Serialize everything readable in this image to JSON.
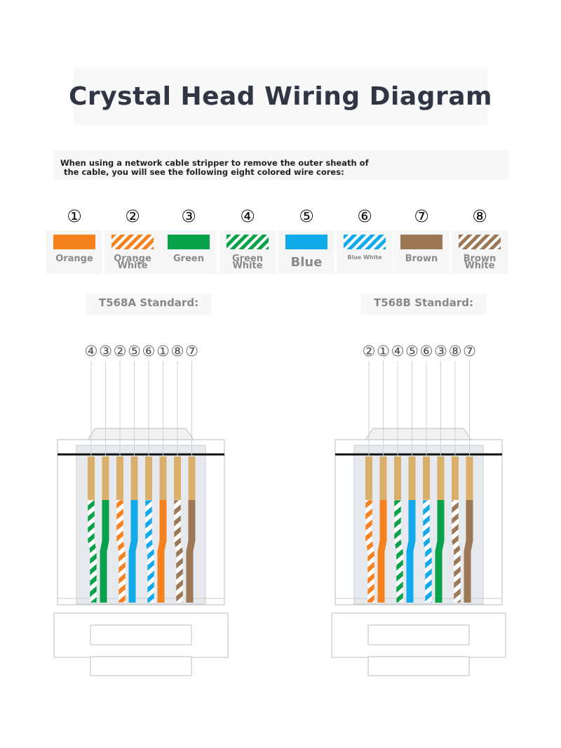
{
  "title": "Crystal Head Wiring Diagram",
  "intro": {
    "line1": "When using a network cable stripper to remove the outer sheath of",
    "line2": "the cable, you will see the following eight colored wire cores:"
  },
  "colors": {
    "orange": "#f5821f",
    "green": "#0aa14b",
    "blue": "#12aaeb",
    "brown": "#9c7857",
    "contact": "#d9b06b"
  },
  "wires": [
    {
      "num": "①",
      "label": [
        "Orange"
      ],
      "style": "solid",
      "color": "orange"
    },
    {
      "num": "②",
      "label": [
        "Orange",
        "White"
      ],
      "style": "striped",
      "color": "orange"
    },
    {
      "num": "③",
      "label": [
        "Green"
      ],
      "style": "solid",
      "color": "green"
    },
    {
      "num": "④",
      "label": [
        "Green",
        "White"
      ],
      "style": "striped",
      "color": "green"
    },
    {
      "num": "⑤",
      "label": [
        "Blue"
      ],
      "style": "solid",
      "color": "blue",
      "size": "big"
    },
    {
      "num": "⑥",
      "label": [
        "Blue White"
      ],
      "style": "striped",
      "color": "blue",
      "size": "tiny"
    },
    {
      "num": "⑦",
      "label": [
        "Brown"
      ],
      "style": "solid",
      "color": "brown"
    },
    {
      "num": "⑧",
      "label": [
        "Brown",
        "White"
      ],
      "style": "striped",
      "color": "brown"
    }
  ],
  "standards": {
    "a": {
      "label": "T568A Standard:",
      "order": [
        4,
        3,
        2,
        5,
        6,
        1,
        8,
        7
      ]
    },
    "b": {
      "label": "T568B Standard:",
      "order": [
        2,
        1,
        4,
        5,
        6,
        3,
        8,
        7
      ]
    }
  }
}
